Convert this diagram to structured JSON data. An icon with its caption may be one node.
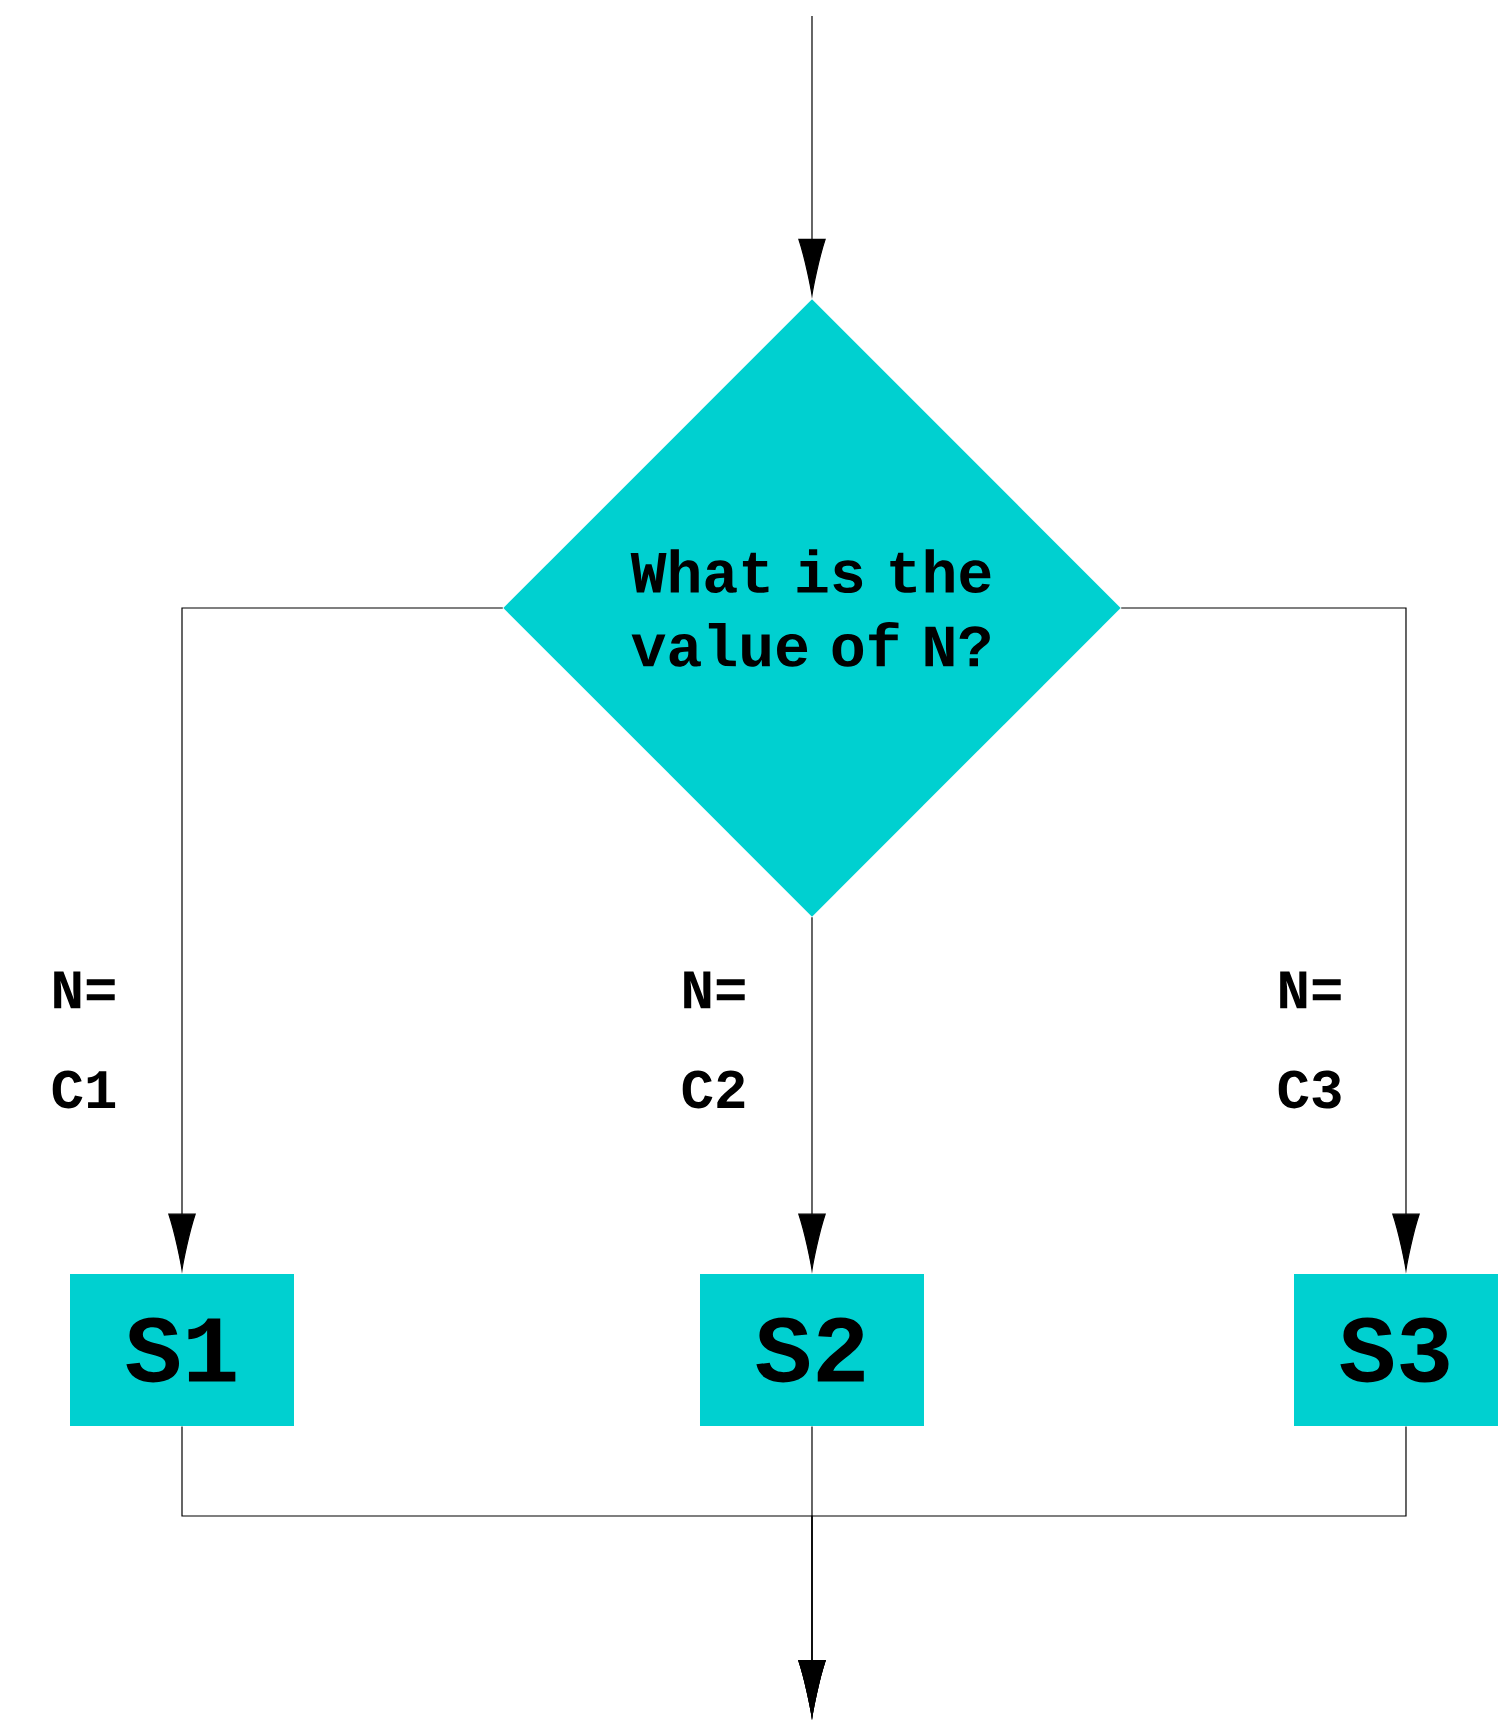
{
  "diagram": {
    "nodes": [
      {
        "text": [
          "What is the value of N?"
        ]
      },
      {
        "text": [
          "S1"
        ]
      },
      {
        "text": [
          "S2"
        ]
      },
      {
        "text": [
          "S3"
        ]
      }
    ],
    "edges": [
      {
        "from": null,
        "to": 0,
        "arrow": "to"
      },
      {
        "from": 0,
        "to": 1,
        "arrow": "to",
        "label": "N= C1"
      },
      {
        "from": 0,
        "to": 2,
        "arrow": "to",
        "label": "N= C2"
      },
      {
        "from": 0,
        "to": 3,
        "arrow": "to",
        "label": "N= C3"
      },
      {
        "from": 1,
        "to": null,
        "arrow": "to"
      },
      {
        "from": 2,
        "to": null,
        "arrow": "to"
      },
      {
        "from": 3,
        "to": null,
        "arrow": "to"
      }
    ]
  }
}
